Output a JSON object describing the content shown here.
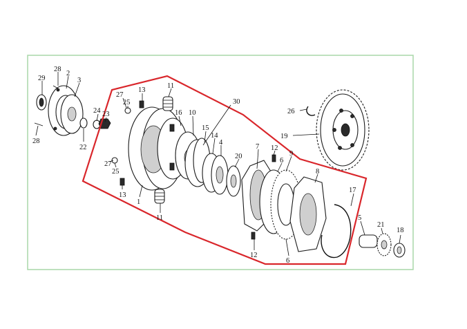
{
  "diagram": {
    "border_color": "#a9d7a9",
    "highlight_color": "#d9262b",
    "callouts": [
      {
        "id": "c29",
        "text": "29"
      },
      {
        "id": "c28a",
        "text": "28"
      },
      {
        "id": "c2",
        "text": "2"
      },
      {
        "id": "c3",
        "text": "3"
      },
      {
        "id": "c28b",
        "text": "28"
      },
      {
        "id": "c24",
        "text": "24"
      },
      {
        "id": "c23",
        "text": "23"
      },
      {
        "id": "c22",
        "text": "22"
      },
      {
        "id": "c27a",
        "text": "27"
      },
      {
        "id": "c25a",
        "text": "25"
      },
      {
        "id": "c13a",
        "text": "13"
      },
      {
        "id": "c11a",
        "text": "11"
      },
      {
        "id": "c16",
        "text": "16"
      },
      {
        "id": "c10",
        "text": "10"
      },
      {
        "id": "c30",
        "text": "30"
      },
      {
        "id": "c15",
        "text": "15"
      },
      {
        "id": "c14",
        "text": "14"
      },
      {
        "id": "c4",
        "text": "4"
      },
      {
        "id": "c20",
        "text": "20"
      },
      {
        "id": "c7",
        "text": "7"
      },
      {
        "id": "c12a",
        "text": "12"
      },
      {
        "id": "c6a",
        "text": "6"
      },
      {
        "id": "c9",
        "text": "9"
      },
      {
        "id": "c8",
        "text": "8"
      },
      {
        "id": "c27b",
        "text": "27"
      },
      {
        "id": "c25b",
        "text": "25"
      },
      {
        "id": "c13b",
        "text": "13"
      },
      {
        "id": "c1",
        "text": "1"
      },
      {
        "id": "c11b",
        "text": "11"
      },
      {
        "id": "c12b",
        "text": "12"
      },
      {
        "id": "c6b",
        "text": "6"
      },
      {
        "id": "c26",
        "text": "26"
      },
      {
        "id": "c19",
        "text": "19"
      },
      {
        "id": "c17",
        "text": "17"
      },
      {
        "id": "c5",
        "text": "5"
      },
      {
        "id": "c21",
        "text": "21"
      },
      {
        "id": "c18",
        "text": "18"
      }
    ]
  }
}
